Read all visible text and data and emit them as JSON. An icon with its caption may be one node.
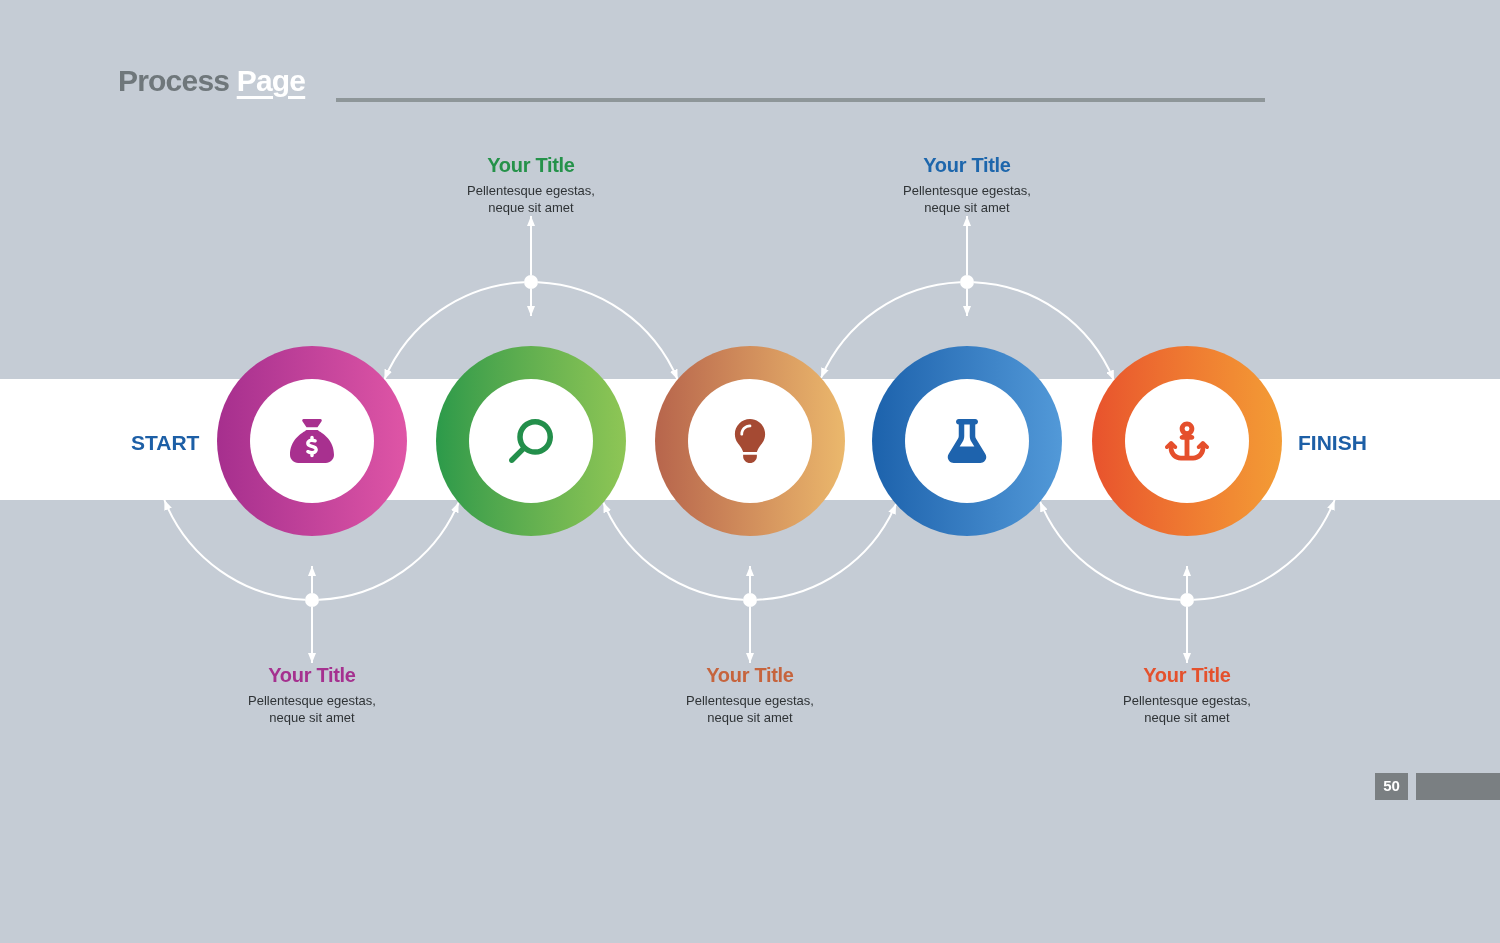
{
  "diagram": {
    "title": "Process Page",
    "nodes": [
      {
        "text": [
          "Your Title",
          "Pellentesque egestas, neque sit amet"
        ]
      },
      {
        "text": [
          "Your Title",
          "Pellentesque egestas, neque sit amet"
        ]
      },
      {
        "text": [],
        "shape": "circle"
      },
      {
        "text": [],
        "shape": "circle"
      },
      {
        "text": [
          "START"
        ]
      },
      {
        "text": [],
        "shape": "circle"
      },
      {
        "text": [],
        "shape": "band"
      },
      {
        "text": [],
        "shape": "circle"
      },
      {
        "text": [],
        "shape": "band"
      },
      {
        "text": [],
        "shape": "circle"
      },
      {
        "text": [],
        "shape": "band"
      },
      {
        "text": [],
        "shape": "circle"
      },
      {
        "text": [],
        "shape": "band"
      },
      {
        "text": [],
        "shape": "circle"
      },
      {
        "text": [
          "FINISH"
        ]
      },
      {
        "text": [],
        "shape": "circle"
      },
      {
        "text": [],
        "shape": "circle"
      },
      {
        "text": [],
        "shape": "circle"
      },
      {
        "text": [
          "Your Title",
          "Pellentesque egestas, neque sit amet"
        ]
      },
      {
        "text": [
          "Your Title",
          "Pellentesque egestas, neque sit amet"
        ]
      },
      {
        "text": [
          "Your Title",
          "Pellentesque egestas, neque sit amet"
        ]
      }
    ],
    "edges": [
      {
        "from": 2,
        "to": 0,
        "arrow": "to"
      },
      {
        "from": 2,
        "to": null,
        "arrow": "to"
      },
      {
        "from": 2,
        "to": 5,
        "arrow": "to"
      },
      {
        "from": 2,
        "to": 9,
        "arrow": "to"
      },
      {
        "from": 3,
        "to": 1,
        "arrow": "to"
      },
      {
        "from": 3,
        "to": null,
        "arrow": "to"
      },
      {
        "from": 3,
        "to": 9,
        "arrow": "to"
      },
      {
        "from": 3,
        "to": 13,
        "arrow": "to"
      },
      {
        "from": 15,
        "to": null,
        "arrow": "to"
      },
      {
        "from": 15,
        "to": 18,
        "arrow": "to"
      },
      {
        "from": 15,
        "to": 4,
        "arrow": "to"
      },
      {
        "from": 15,
        "to": 7,
        "arrow": "to"
      },
      {
        "from": 16,
        "to": null,
        "arrow": "to"
      },
      {
        "from": 16,
        "to": 19,
        "arrow": "to"
      },
      {
        "from": 16,
        "to": 7,
        "arrow": "to"
      },
      {
        "from": 16,
        "to": 11,
        "arrow": "to"
      },
      {
        "from": 17,
        "to": null,
        "arrow": "to"
      },
      {
        "from": 17,
        "to": 20,
        "arrow": "to"
      },
      {
        "from": 17,
        "to": 11,
        "arrow": "to"
      },
      {
        "from": 17,
        "to": 14,
        "arrow": "to"
      }
    ],
    "labels": [
      "50"
    ]
  }
}
